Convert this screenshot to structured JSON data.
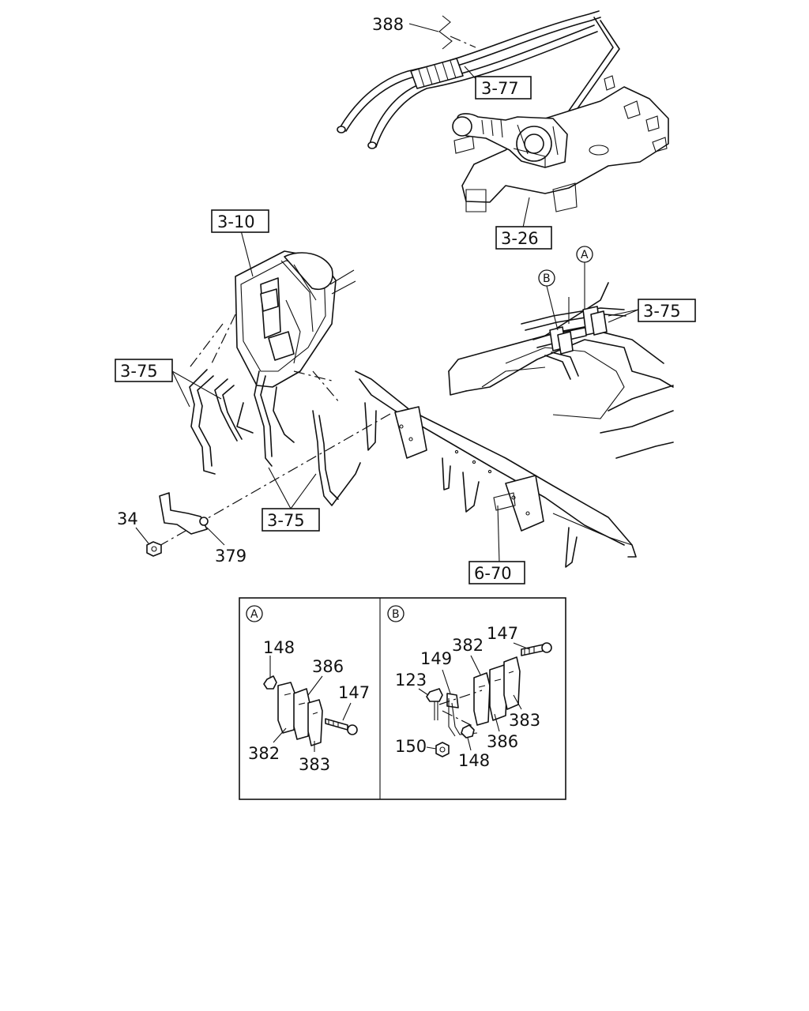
{
  "callouts": {
    "c388": "388",
    "c3_77": "3-77",
    "c3_26": "3-26",
    "c3_10": "3-10",
    "cA_top": "A",
    "cB_top": "B",
    "c3_75_right": "3-75",
    "c3_75_left": "3-75",
    "c3_75_bottom": "3-75",
    "c34": "34",
    "c379": "379",
    "c6_70": "6-70"
  },
  "detail_a": {
    "marker": "A",
    "labels": {
      "p148": "148",
      "p386": "386",
      "p147": "147",
      "p382": "382",
      "p383": "383"
    }
  },
  "detail_b": {
    "marker": "B",
    "labels": {
      "p147": "147",
      "p382": "382",
      "p149": "149",
      "p123": "123",
      "p383": "383",
      "p386": "386",
      "p150": "150",
      "p148": "148"
    }
  }
}
